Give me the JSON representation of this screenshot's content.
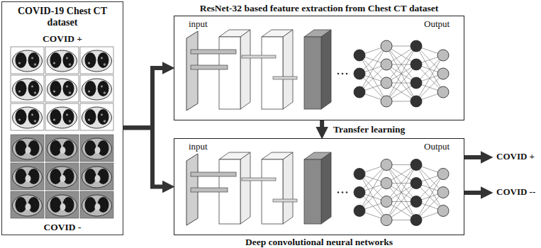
{
  "diagram": {
    "nodes": [
      {
        "text": [
          "COVID-19 Chest CT dataset",
          "COVID +",
          "COVID -"
        ]
      },
      {
        "text": [
          "ResNet-32 based feature extraction from Chest CT dataset",
          "input",
          "Output"
        ]
      },
      {
        "text": [
          "Deep convolutional neural networks",
          "input",
          "Output"
        ]
      },
      {
        "text": [
          "COVID +"
        ]
      },
      {
        "text": [
          "COVID --"
        ]
      }
    ],
    "edges": [
      {
        "from": 0,
        "to": 1,
        "arrow": "to"
      },
      {
        "from": 0,
        "to": 2,
        "arrow": "to"
      },
      {
        "from": 1,
        "to": 2,
        "label": "Transfer learning",
        "arrow": "to"
      },
      {
        "from": 2,
        "to": 3,
        "arrow": "to"
      },
      {
        "from": 2,
        "to": 4,
        "arrow": "to"
      }
    ]
  }
}
